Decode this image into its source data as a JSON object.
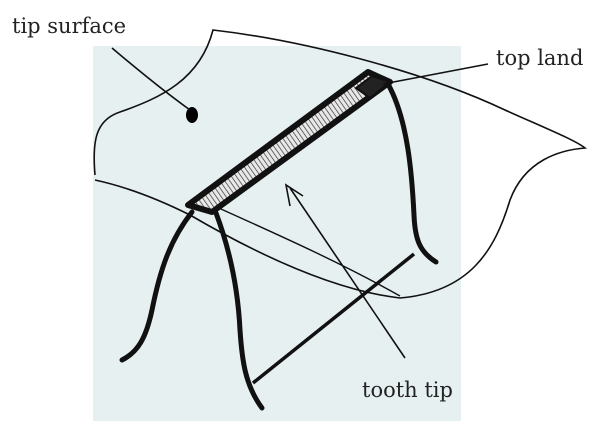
{
  "labels": {
    "tip_surface": "tip surface",
    "top_land": "top land",
    "tooth_tip": "tooth tip"
  },
  "colors": {
    "background_panel": "#e6f0f1",
    "stroke": "#111111",
    "hatch_fill": "#d8d8d8"
  }
}
